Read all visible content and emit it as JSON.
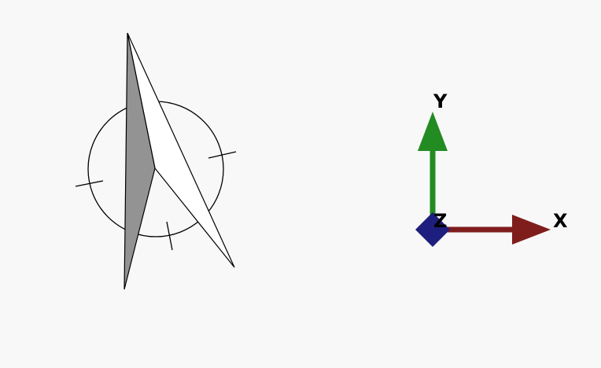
{
  "viewport": {
    "background": "#f8f8f8"
  },
  "compass": {
    "icon": "north-arrow-compass-icon",
    "needle_shaded_color": "#939393",
    "needle_light_color": "#ffffff",
    "stroke_color": "#000000"
  },
  "axes_triad": {
    "x": {
      "label": "X",
      "color": "#7f1d1d"
    },
    "y": {
      "label": "Y",
      "color": "#228b22"
    },
    "z": {
      "label": "Z",
      "color": "#1e1e7f"
    }
  }
}
